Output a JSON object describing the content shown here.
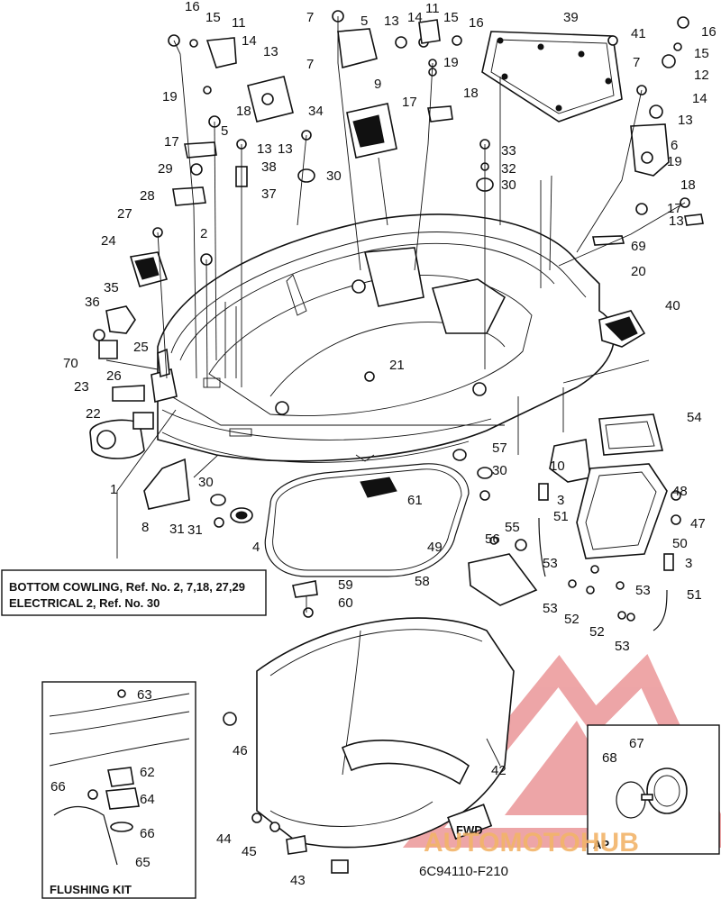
{
  "diagram": {
    "code": "6C94110-F210",
    "note_lines": [
      "BOTTOM COWLING, Ref. No. 2, 7,18, 27,29",
      "ELECTRICAL 2, Ref. No. 30"
    ],
    "flushing_kit_title": "FLUSHING KIT",
    "inset_tag": "AP",
    "watermark": "AUTOMOTOHUB",
    "fwd_tag": "FWD",
    "callouts": [
      "16",
      "15",
      "11",
      "14",
      "13",
      "7",
      "5",
      "13",
      "14",
      "11",
      "15",
      "16",
      "39",
      "41",
      "16",
      "15",
      "12",
      "19",
      "18",
      "5",
      "13",
      "7",
      "9",
      "17",
      "19",
      "18",
      "7",
      "14",
      "13",
      "17",
      "13",
      "38",
      "34",
      "6",
      "33",
      "32",
      "30",
      "29",
      "19",
      "28",
      "37",
      "30",
      "18",
      "27",
      "2",
      "17",
      "13",
      "24",
      "69",
      "20",
      "35",
      "36",
      "40",
      "25",
      "70",
      "21",
      "26",
      "23",
      "22",
      "54",
      "1",
      "57",
      "10",
      "30",
      "30",
      "48",
      "31",
      "3",
      "8",
      "31",
      "4",
      "61",
      "51",
      "47",
      "55",
      "56",
      "50",
      "49",
      "3",
      "59",
      "58",
      "53",
      "53",
      "51",
      "60",
      "53",
      "52",
      "52",
      "53",
      "63",
      "46",
      "67",
      "68",
      "62",
      "42",
      "64",
      "66",
      "66",
      "44",
      "45",
      "65",
      "43"
    ]
  }
}
